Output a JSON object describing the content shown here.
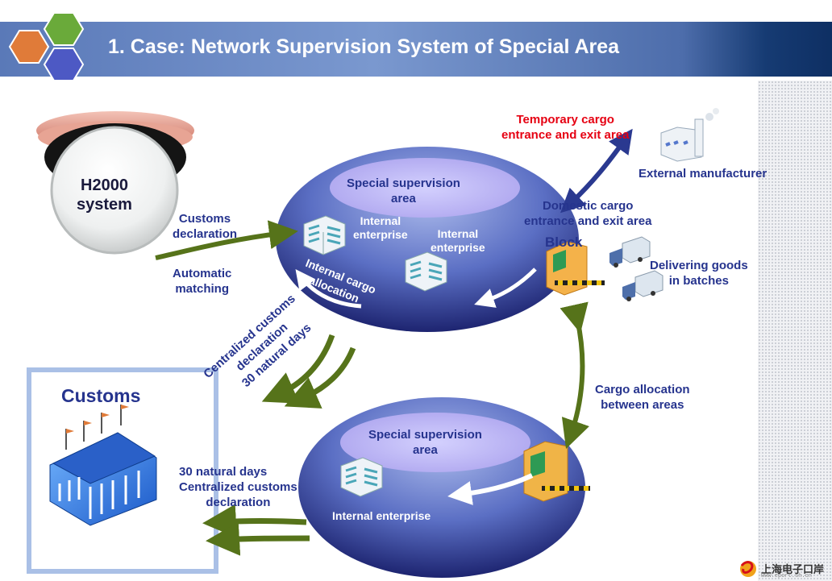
{
  "title": "1. Case: Network Supervision System of Special Area",
  "h2000": {
    "line1": "H2000",
    "line2": "system"
  },
  "customs_declaration": {
    "line1": "Customs",
    "line2": "declaration"
  },
  "automatic_matching": {
    "line1": "Automatic",
    "line2": "matching"
  },
  "customs_box_title": "Customs",
  "upper_area": {
    "title_line1": "Special supervision",
    "title_line2": "area",
    "enterprise1": {
      "line1": "Internal",
      "line2": "enterprise"
    },
    "enterprise2": {
      "line1": "Internal",
      "line2": "enterprise"
    },
    "cargo_allocation": {
      "line1": "Internal cargo",
      "line2": "allocation"
    }
  },
  "lower_area": {
    "title_line1": "Special supervision",
    "title_line2": "area",
    "enterprise": "Internal enterprise"
  },
  "temporary_cargo": {
    "line1": "Temporary cargo",
    "line2": "entrance and exit area",
    "color": "#e60012"
  },
  "external_manufacturer": "External manufacturer",
  "domestic_cargo": {
    "line1": "Domestic cargo",
    "line2": "entrance and exit area"
  },
  "block": "Block",
  "delivering_goods": {
    "line1": "Delivering goods",
    "line2": "in batches"
  },
  "cargo_between_areas": {
    "line1": "Cargo allocation",
    "line2": "between areas"
  },
  "centralized_rotated": {
    "line1": "Centralized customs",
    "line2": "declaration",
    "line3": "30 natural days"
  },
  "lower_left": {
    "line1": "30 natural days",
    "line2": "Centralized customs",
    "line3": "declaration"
  },
  "logo": {
    "name": "上海电子口岸",
    "url": "www.eport.sh.cn"
  },
  "colors": {
    "title_bar": "#5a79b8",
    "label": "#26348e",
    "green_arrow": "#56731a",
    "navy_arrow": "#2a3990",
    "red_text": "#e60012"
  }
}
